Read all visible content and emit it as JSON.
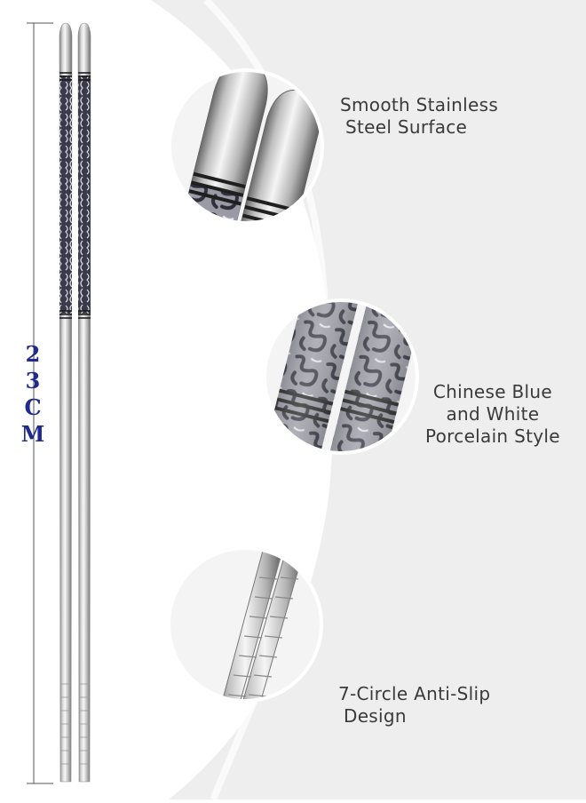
{
  "measurement": {
    "characters": [
      "2",
      "3",
      "C",
      "M"
    ]
  },
  "features": [
    {
      "lines": [
        "Smooth Stainless",
        "Steel Surface"
      ],
      "detail": "tip"
    },
    {
      "lines": [
        "Chinese Blue",
        "and White",
        "Porcelain Style"
      ],
      "detail": "pattern"
    },
    {
      "lines": [
        "7-Circle Anti-Slip",
        "Design"
      ],
      "detail": "grooves"
    }
  ],
  "colors": {
    "background_curve": "#eeeeee",
    "steel_light": "#f7f7f7",
    "steel_dark": "#7d7d7d",
    "pattern_dark": "#2a2a3a",
    "measure_text": "#1f2a8c"
  }
}
